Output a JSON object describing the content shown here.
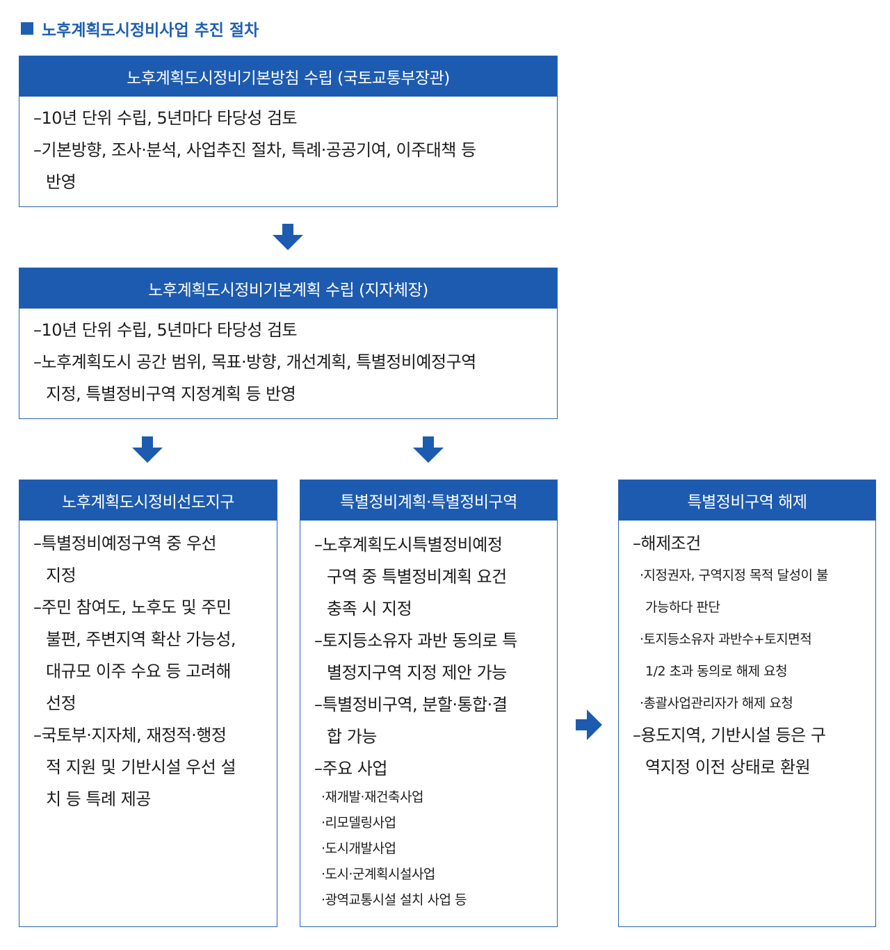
{
  "title": "노후계획도시정비사업 추진 절차",
  "colors": {
    "header_bg": "#1d5bb0",
    "border": "#2563b8",
    "title": "#1e5fb3",
    "arrow": "#1d5bb0"
  },
  "box1": {
    "header": "노후계획도시정비기본방침 수립 (국토교통부장관)",
    "lines": [
      "–10년 단위 수립, 5년마다 타당성 검토",
      "–기본방향, 조사·분석, 사업추진 절차, 특례·공공기여, 이주대책 등",
      "반영"
    ]
  },
  "box2": {
    "header": "노후계획도시정비기본계획 수립 (지자체장)",
    "lines": [
      "–10년 단위 수립, 5년마다 타당성 검토",
      "–노후계획도시 공간 범위, 목표·방향, 개선계획, 특별정비예정구역",
      "지정, 특별정비구역 지정계획 등 반영"
    ]
  },
  "box3": {
    "header": "노후계획도시정비선도지구",
    "lines": [
      "–특별정비예정구역 중 우선",
      "지정",
      "–주민 참여도, 노후도 및 주민",
      "불편, 주변지역 확산 가능성,",
      "대규모 이주 수요 등 고려해",
      "선정",
      "–국토부·지자체, 재정적·행정",
      "적 지원 및 기반시설 우선 설",
      "치 등 특례 제공"
    ]
  },
  "box4": {
    "header": "특별정비계획·특별정비구역",
    "lines": [
      "–노후계획도시특별정비예정",
      "구역 중 특별정비계획 요건",
      "충족 시 지정",
      "–토지등소유자 과반 동의로 특",
      "별정지구역 지정 제안 가능",
      "–특별정비구역, 분할·통합·결",
      "합 가능",
      "–주요 사업"
    ],
    "sub_items": [
      "·재개발·재건축사업",
      "·리모델링사업",
      "·도시개발사업",
      "·도시·군계획시설사업",
      "·광역교통시설 설치 사업 등"
    ]
  },
  "box5": {
    "header": "특별정비구역 해제",
    "condition_label": "–해제조건",
    "conditions": [
      "·지정권자, 구역지정 목적 달성이 불",
      "가능하다 판단",
      "·토지등소유자 과반수+토지면적",
      "1/2 초과 동의로 해제 요청",
      "·총괄사업관리자가 해제 요청"
    ],
    "lines": [
      "–용도지역, 기반시설 등은 구",
      "역지정 이전 상태로 환원"
    ]
  }
}
